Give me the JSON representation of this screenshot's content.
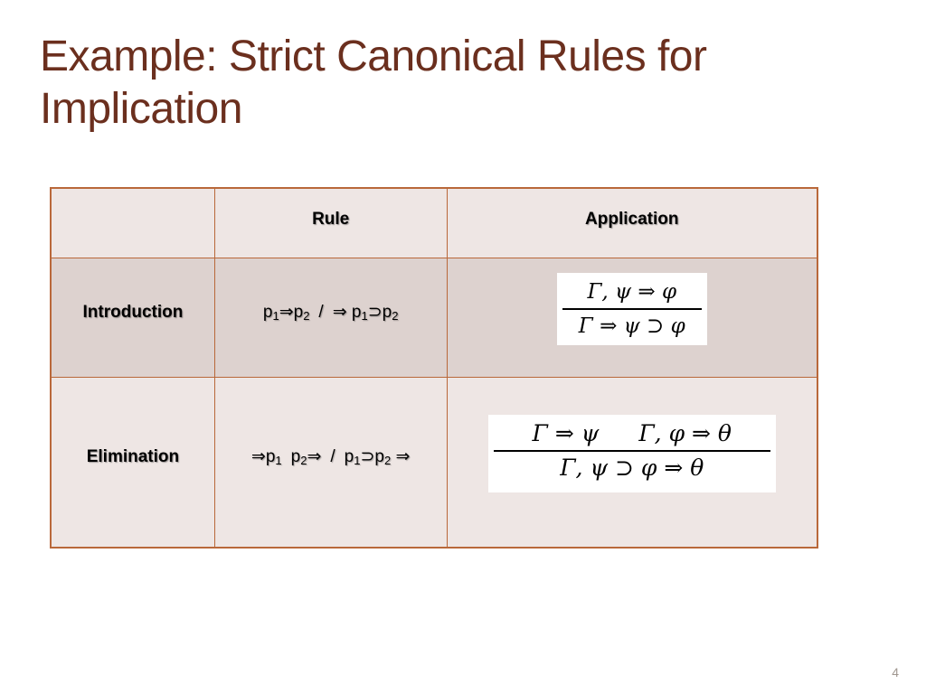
{
  "slide": {
    "title": "Example: Strict Canonical Rules for Implication",
    "page_number": "4"
  },
  "table": {
    "headers": [
      "",
      "Rule",
      "Application"
    ],
    "rows": [
      {
        "label": "Introduction",
        "rule": {
          "prem_a": "p",
          "prem_a_sub": "1",
          "prem_arrow": "⇒",
          "prem_b": "p",
          "prem_b_sub": "2",
          "slash": "/",
          "conc_arrow": "⇒",
          "conc_a": "p",
          "conc_a_sub": "1",
          "conc_op": "⊃",
          "conc_b": "p",
          "conc_b_sub": "2"
        },
        "application": {
          "premise": "Γ, ψ ⇒ φ",
          "conclusion": "Γ ⇒ ψ ⊃ φ"
        }
      },
      {
        "label": "Elimination",
        "rule": {
          "p1_arrow": "⇒",
          "p1_a": "p",
          "p1_a_sub": "1",
          "p2_a": "p",
          "p2_a_sub": "2",
          "p2_arrow": "⇒",
          "slash": "/",
          "conc_a": "p",
          "conc_a_sub": "1",
          "conc_op": "⊃",
          "conc_b": "p",
          "conc_b_sub": "2",
          "conc_arrow": "⇒"
        },
        "application": {
          "premise_left": "Γ ⇒ ψ",
          "premise_right": "Γ, φ ⇒ θ",
          "conclusion": "Γ, ψ ⊃ φ ⇒ θ"
        }
      }
    ]
  },
  "colors": {
    "title": "#6b2f1e",
    "border": "#b9683a",
    "row_light": "#eee6e4",
    "row_dark": "#ddd2cf"
  }
}
